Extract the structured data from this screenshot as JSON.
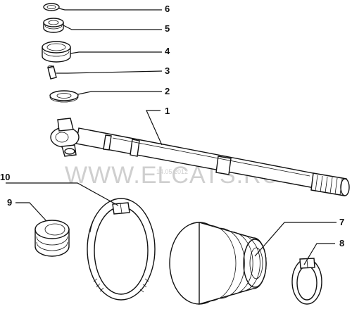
{
  "watermark": {
    "text": "WWW.ELCATS.RU",
    "date": "14.05.2012"
  },
  "callouts": [
    "6",
    "5",
    "4",
    "3",
    "2",
    "1",
    "10",
    "9",
    "7",
    "8"
  ],
  "parts": [
    "snap ring",
    "seal",
    "bearing",
    "pin",
    "washer",
    "drive shaft",
    "boot clamp",
    "inner seal",
    "boot",
    "small clamp"
  ]
}
